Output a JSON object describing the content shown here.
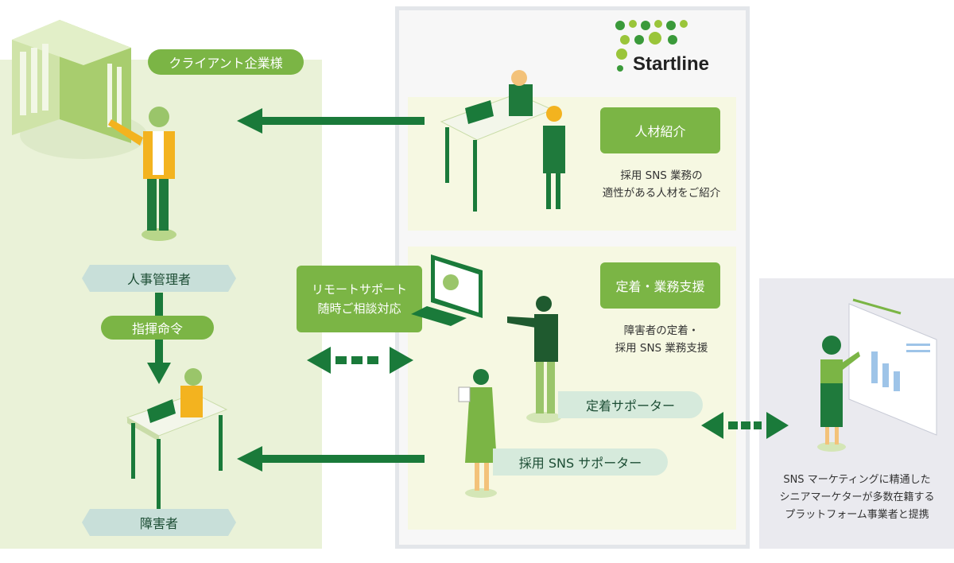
{
  "client_label": "クライアント企業様",
  "hr_manager_label": "人事管理者",
  "command_label": "指揮命令",
  "disabled_person_label": "障害者",
  "remote_support": [
    "リモートサポート",
    "随時ご相談対応"
  ],
  "logo_text": "Startline",
  "service_top": {
    "title": "人材紹介",
    "desc": [
      "採用 SNS 業務の",
      "適性がある人材をご紹介"
    ]
  },
  "service_bottom": {
    "title": "定着・業務支援",
    "desc": [
      "障害者の定着・",
      "採用 SNS 業務支援"
    ]
  },
  "retention_supporter_label": "定着サポーター",
  "sns_supporter_label": "採用 SNS サポーター",
  "platform_desc": [
    "SNS マーケティングに精通した",
    "シニアマーケターが多数在籍する",
    "プラットフォーム事業者と提携"
  ],
  "colors": {
    "dark_green": "#1a7a3a",
    "mid_green": "#7bb545",
    "pale_green": "#eaf2d8",
    "teal_label": "#c8dfd9"
  }
}
